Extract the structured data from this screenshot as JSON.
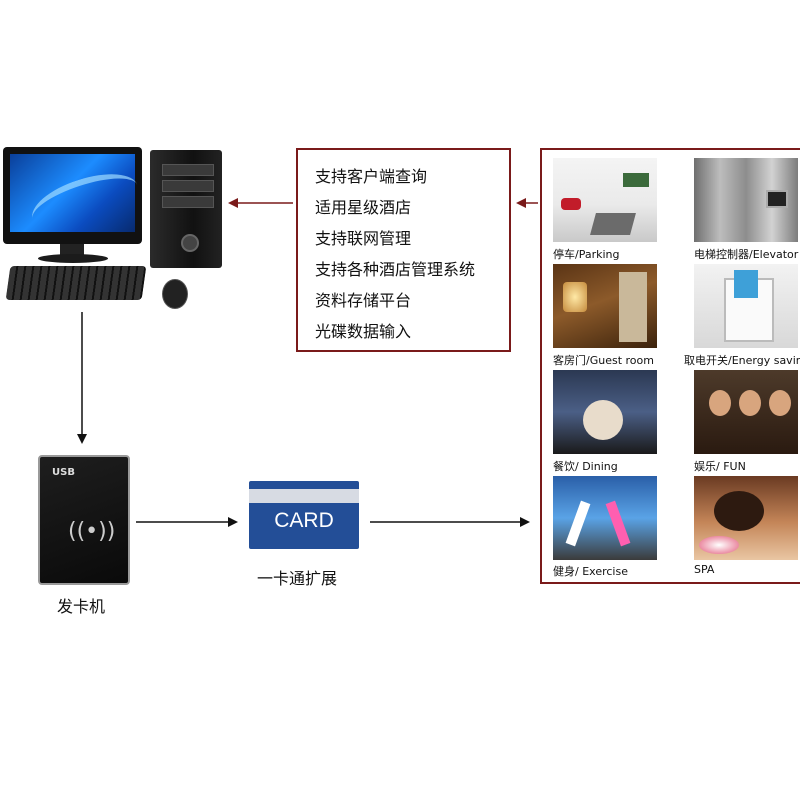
{
  "features": [
    "支持客户端查询",
    "适用星级酒店",
    "支持联网管理",
    "支持各种酒店管理系统",
    "资料存储平台",
    "光碟数据输入"
  ],
  "reader": {
    "usb_label": "USB",
    "label": "发卡机"
  },
  "card": {
    "text": "CARD",
    "label": "一卡通扩展"
  },
  "applications": [
    {
      "caption": "停车/Parking",
      "icon": "parking-photo"
    },
    {
      "caption": "电梯控制器/Elevator",
      "icon": "elevator-photo"
    },
    {
      "caption": "客房门/Guest room",
      "icon": "guest-room-photo"
    },
    {
      "caption": "取电开关/Energy saving",
      "icon": "energy-saving-photo"
    },
    {
      "caption": "餐饮/ Dining",
      "icon": "dining-photo"
    },
    {
      "caption": "娱乐/ FUN",
      "icon": "fun-photo"
    },
    {
      "caption": "健身/ Exercise",
      "icon": "exercise-photo"
    },
    {
      "caption": "SPA",
      "icon": "spa-photo"
    }
  ],
  "colors": {
    "box_border": "#7a1a1a",
    "arrow_red": "#7a1a1a",
    "arrow_black": "#111111",
    "card_blue": "#234e97"
  }
}
